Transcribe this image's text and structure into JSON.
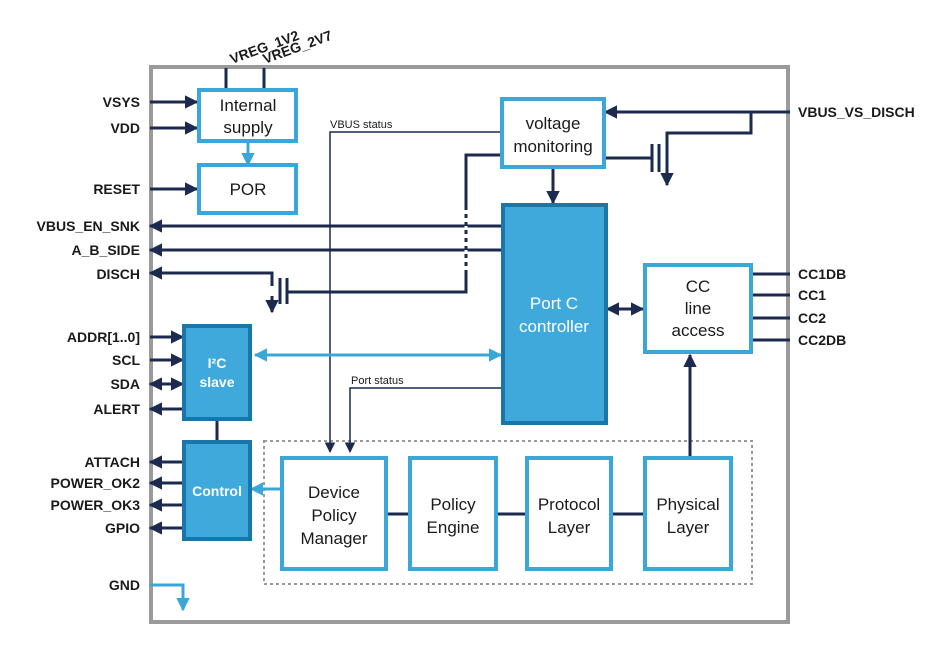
{
  "pins": {
    "vreg_1v2": "VREG_1V2",
    "vreg_2v7": "VREG_2V7",
    "vsys": "VSYS",
    "vdd": "VDD",
    "reset": "RESET",
    "vbus_en_snk": "VBUS_EN_SNK",
    "a_b_side": "A_B_SIDE",
    "disch": "DISCH",
    "addr": "ADDR[1..0]",
    "scl": "SCL",
    "sda": "SDA",
    "alert": "ALERT",
    "attach": "ATTACH",
    "power_ok2": "POWER_OK2",
    "power_ok3": "POWER_OK3",
    "gpio": "GPIO",
    "gnd": "GND",
    "vbus_vs_disch": "VBUS_VS_DISCH",
    "cc1db": "CC1DB",
    "cc1": "CC1",
    "cc2": "CC2",
    "cc2db": "CC2DB"
  },
  "blocks": {
    "internal_supply": [
      "Internal",
      "supply"
    ],
    "por": "POR",
    "voltage_monitoring": [
      "voltage",
      "monitoring"
    ],
    "port_c_controller": [
      "Port C",
      "controller"
    ],
    "cc_line_access": [
      "CC",
      "line",
      "access"
    ],
    "i2c_slave": [
      "I²C",
      "slave"
    ],
    "control": "Control",
    "device_policy_manager": [
      "Device",
      "Policy",
      "Manager"
    ],
    "policy_engine": [
      "Policy",
      "Engine"
    ],
    "protocol_layer": [
      "Protocol",
      "Layer"
    ],
    "physical_layer": [
      "Physical",
      "Layer"
    ]
  },
  "signals": {
    "vbus_status": "VBUS status",
    "port_status": "Port status"
  },
  "colors": {
    "navy": "#1b2a4e",
    "cyan": "#3ba7d9",
    "cyan_fill": "#3fa9dc",
    "cyan_dark": "#1a76a8",
    "chip_border": "#9a9a9a"
  }
}
